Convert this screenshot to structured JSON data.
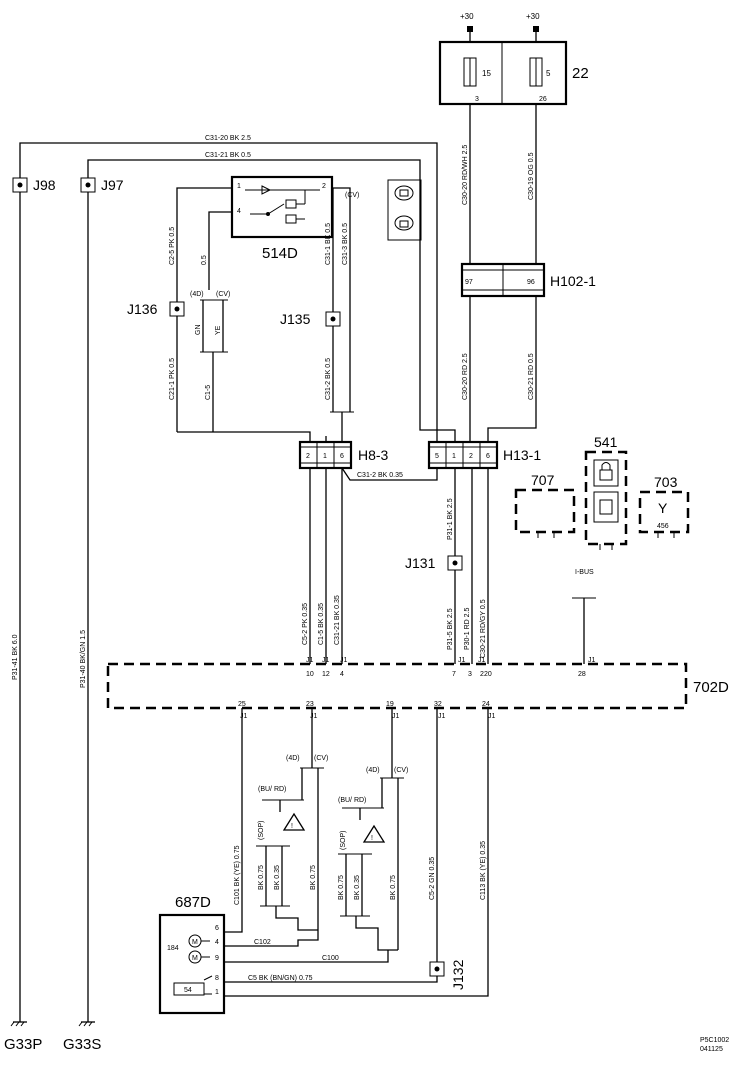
{
  "supply": {
    "plus30_a": "+30",
    "plus30_b": "+30"
  },
  "fuse_box": {
    "label": "22",
    "fuse_a": "15",
    "fuse_a_pin": "3",
    "fuse_b": "5",
    "fuse_b_pin": "26"
  },
  "connector_h102": {
    "label": "H102-1",
    "pin_a": "97",
    "pin_b": "96"
  },
  "connector_h8": {
    "label": "H8-3",
    "pins": [
      "2",
      "1",
      "6"
    ]
  },
  "connector_h13": {
    "label": "H13-1",
    "pins": [
      "5",
      "1",
      "2",
      "6"
    ]
  },
  "switch_514d": {
    "label": "514D",
    "pin1": "1",
    "pin2": "2",
    "pin4": "4",
    "variant": "(CV)"
  },
  "junctions": {
    "j98": "J98",
    "j97": "J97",
    "j136": "J136",
    "j135": "J135",
    "j131": "J131",
    "j132": "J132"
  },
  "modules": {
    "m541": "541",
    "m707": "707",
    "m703": "703",
    "m703_num": "456",
    "ibus": "I-BUS",
    "m702d": "702D",
    "m687d": "687D",
    "m687d_motor": "184",
    "m687d_switch": "54"
  },
  "grounds": {
    "g33p": "G33P",
    "g33s": "G33S"
  },
  "wires": {
    "c31_20": "C31-20  BK  2.5",
    "c31_21": "C31-21  BK  0.5",
    "c2_5": "C2-5  PK  0.5",
    "c21_1": "C21-1  PK  0.5",
    "w05": "0.5",
    "c1_5": "C1-5",
    "gn": "GN",
    "ye": "YE",
    "v4d": "(4D)",
    "vcv": "(CV)",
    "c31_1": "C31-1  BK  0.5",
    "c31_3": "C31-3  BK  0.5",
    "c31_2v": "C31-2  BK  0.5",
    "c31_2": "C31-2  BK  0.35",
    "c30_20": "C30-20  RD/WH  2.5",
    "c30_19": "C30-19  OG  0.5",
    "c30_20b": "C30-20  RD  2.5",
    "c30_21": "C30-21  RD  0.5",
    "p31_1": "P31-1  BK  2.5",
    "c5_2": "C5-2  PK  0.35",
    "c1_5b": "C1-5  BK  0.35",
    "c31_21b": "C31-21  BK  0.35",
    "p31_5": "P31-5  BK  2.5",
    "p30_1": "P30-1  RD  2.5",
    "c30_21b": "C30-21  RD/GY  0.5",
    "p31_41": "P31-41  BK  6.0",
    "p31_40": "P31-40  BK/GN  1.5",
    "c101": "C101 BK (YE)  0.75",
    "c5_2b": "C5-2  GN  0.35",
    "c113": "C113  BK (YE)  0.35",
    "bk075": "BK  0.75",
    "bk035": "BK  0.35",
    "sop": "(SOP)",
    "bu_rd": "(BU/ RD)",
    "c102": "C102",
    "c100": "C100",
    "c5": "C5  BK  (BN/GN)   0.75"
  },
  "pins_702d": {
    "top": [
      "10",
      "12",
      "4",
      "7",
      "3",
      "2",
      "20",
      "28"
    ],
    "bottom": [
      "25",
      "23",
      "19",
      "32",
      "24"
    ],
    "j1": "J1"
  },
  "pins_687d": [
    "6",
    "4",
    "9",
    "8",
    "1"
  ],
  "corner": {
    "code1": "P5C1002",
    "code2": "041125"
  }
}
